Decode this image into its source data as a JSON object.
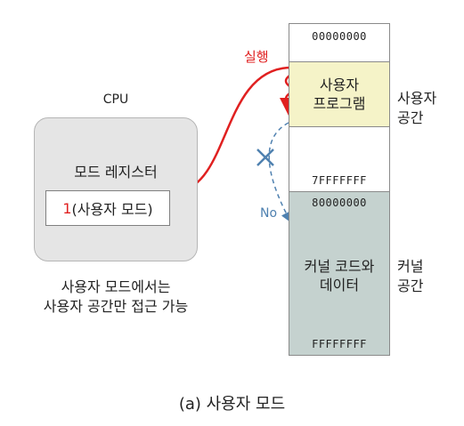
{
  "cpu": {
    "title": "CPU",
    "register_title": "모드 레지스터",
    "register_value": "1",
    "register_mode": "(사용자 모드)",
    "note_line1": "사용자 모드에서는",
    "note_line2": "사용자 공간만 접근 가능"
  },
  "memory": {
    "addr_start": "00000000",
    "addr_user_end": "7FFFFFFF",
    "addr_kernel_start": "80000000",
    "addr_end": "FFFFFFFF",
    "user_program_line1": "사용자",
    "user_program_line2": "프로그램",
    "kernel_code_line1": "커널 코드와",
    "kernel_code_line2": "데이터",
    "user_space_line1": "사용자",
    "user_space_line2": "공간",
    "kernel_space_line1": "커널",
    "kernel_space_line2": "공간"
  },
  "arrows": {
    "exec_label": "실행",
    "denied_label": "No"
  },
  "caption": "(a) 사용자 모드",
  "colors": {
    "exec": "#e02020",
    "denied": "#4f81b0",
    "user_space_fill": "#f5f3c8",
    "kernel_space_fill": "#c5d2cf",
    "cpu_fill": "#e5e5e5"
  }
}
